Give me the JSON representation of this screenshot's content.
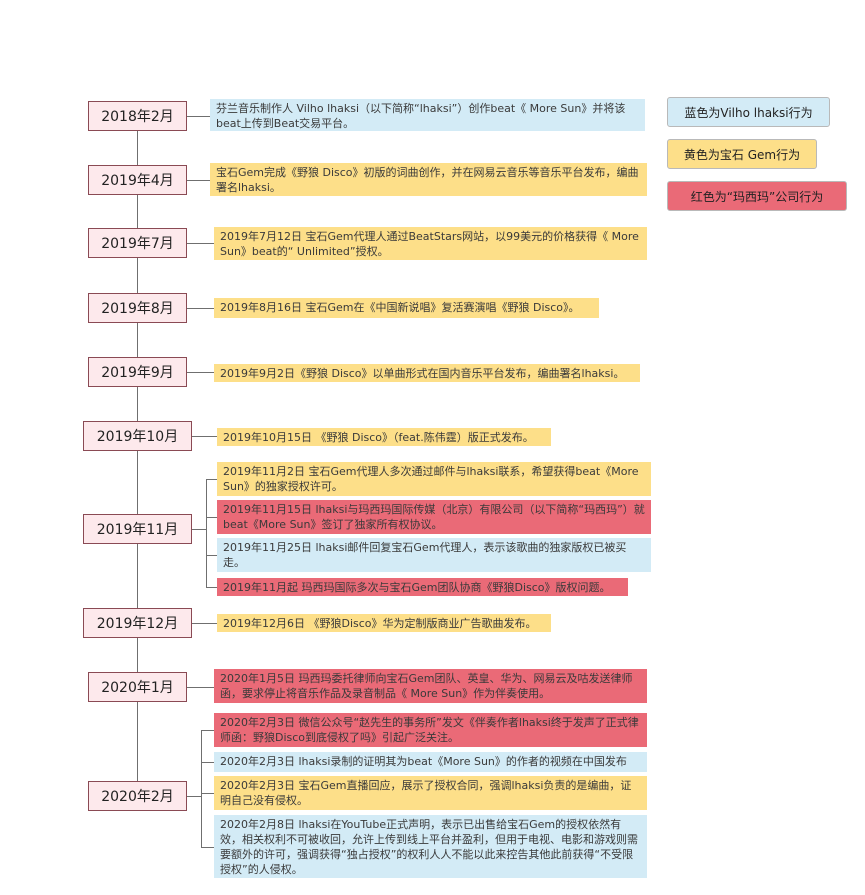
{
  "legend": [
    {
      "label": "蓝色为Vilho lhaksi行为",
      "color": "#d3ebf6"
    },
    {
      "label": "黄色为宝石 Gem行为",
      "color": "#fddf89"
    },
    {
      "label": "红色为“玛西玛”公司行为",
      "color": "#ea6a77"
    }
  ],
  "timeline": [
    {
      "date": "2018年2月",
      "events": [
        {
          "text": "芬兰音乐制作人 Vilho lhaksi（以下简称“lhaksi”）创作beat《 More Sun》并将该beat上传到Beat交易平台。",
          "actor": "blue"
        }
      ]
    },
    {
      "date": "2019年4月",
      "events": [
        {
          "text": "宝石Gem完成《野狼 Disco》初版的词曲创作，并在网易云音乐等音乐平台发布，编曲署名lhaksi。",
          "actor": "yellow"
        }
      ]
    },
    {
      "date": "2019年7月",
      "events": [
        {
          "text": "2019年7月12日 宝石Gem代理人通过BeatStars网站，以99美元的价格获得《 More Sun》beat的“ Unlimited”授权。",
          "actor": "yellow"
        }
      ]
    },
    {
      "date": "2019年8月",
      "events": [
        {
          "text": "2019年8月16日 宝石Gem在《中国新说唱》复活赛演唱《野狼 Disco》。",
          "actor": "yellow"
        }
      ]
    },
    {
      "date": "2019年9月",
      "events": [
        {
          "text": "2019年9月2日《野狼 Disco》以单曲形式在国内音乐平台发布，编曲署名lhaksi。",
          "actor": "yellow"
        }
      ]
    },
    {
      "date": "2019年10月",
      "events": [
        {
          "text": "2019年10月15日 《野狼 Disco》（feat.陈伟霆）版正式发布。",
          "actor": "yellow"
        }
      ]
    },
    {
      "date": "2019年11月",
      "events": [
        {
          "text": "2019年11月2日 宝石Gem代理人多次通过邮件与lhaksi联系，希望获得beat《More Sun》的独家授权许可。",
          "actor": "yellow"
        },
        {
          "text": "2019年11月15日 lhaksi与玛西玛国际传媒（北京）有限公司（以下简称“玛西玛”）就beat《More Sun》签订了独家所有权协议。",
          "actor": "red"
        },
        {
          "text": "2019年11月25日 lhaksi邮件回复宝石Gem代理人，表示该歌曲的独家版权已被买走。",
          "actor": "blue"
        },
        {
          "text": "2019年11月起 玛西玛国际多次与宝石Gem团队协商《野狼Disco》版权问题。",
          "actor": "red"
        }
      ]
    },
    {
      "date": "2019年12月",
      "events": [
        {
          "text": "2019年12月6日 《野狼Disco》华为定制版商业广告歌曲发布。",
          "actor": "yellow"
        }
      ]
    },
    {
      "date": "2020年1月",
      "events": [
        {
          "text": "2020年1月5日 玛西玛委托律师向宝石Gem团队、英皇、华为、网易云及咕发送律师函，要求停止将音乐作品及录音制品《 More Sun》作为伴奏使用。",
          "actor": "red"
        }
      ]
    },
    {
      "date": "2020年2月",
      "events": [
        {
          "text": "2020年2月3日 微信公众号“赵先生的事务所”发文《伴奏作者lhaksi终于发声了正式律师函：野狼Disco到底侵权了吗》引起广泛关注。",
          "actor": "red"
        },
        {
          "text": "2020年2月3日 lhaksi录制的证明其为beat《More Sun》的作者的视频在中国发布",
          "actor": "blue"
        },
        {
          "text": "2020年2月3日 宝石Gem直播回应，展示了授权合同，强调lhaksi负责的是编曲，证明自己没有侵权。",
          "actor": "yellow"
        },
        {
          "text": "2020年2月8日 lhaksi在YouTube正式声明，表示已出售给宝石Gem的授权依然有效，相关权利不可被收回，允许上传到线上平台并盈利，但用于电视、电影和游戏则需要额外的许可，强调获得“独占授权”的权利人人不能以此来控告其他此前获得“不受限授权”的人侵权。",
          "actor": "blue"
        }
      ]
    }
  ]
}
